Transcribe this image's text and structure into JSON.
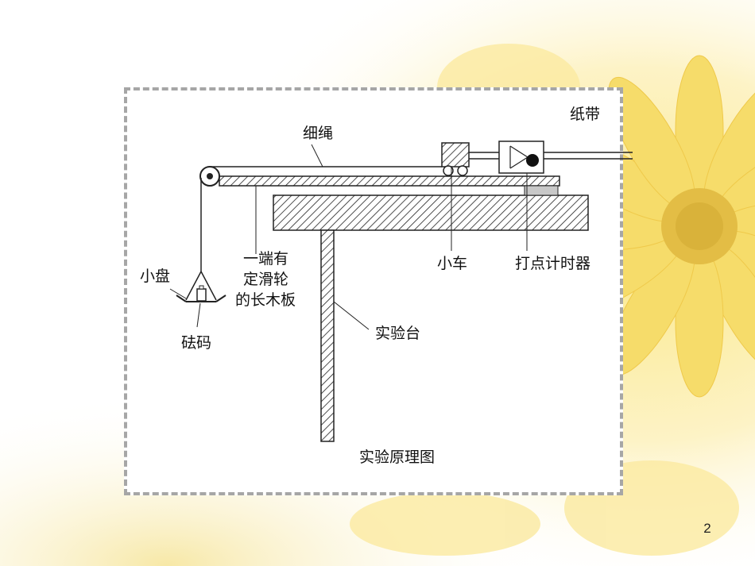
{
  "slide": {
    "page_number": "2"
  },
  "diagram": {
    "title": "实验原理图",
    "labels": {
      "string": "细绳",
      "paper_tape": "纸带",
      "small_tray": "小盘",
      "weights": "砝码",
      "board_line1": "一端有",
      "board_line2": "定滑轮",
      "board_line3": "的长木板",
      "cart": "小车",
      "timer": "打点计时器",
      "table": "实验台"
    }
  },
  "colors": {
    "frame_border": "#a6a6a6",
    "flower_petal": "#f6dc6a",
    "flower_center": "#d9b23a"
  }
}
